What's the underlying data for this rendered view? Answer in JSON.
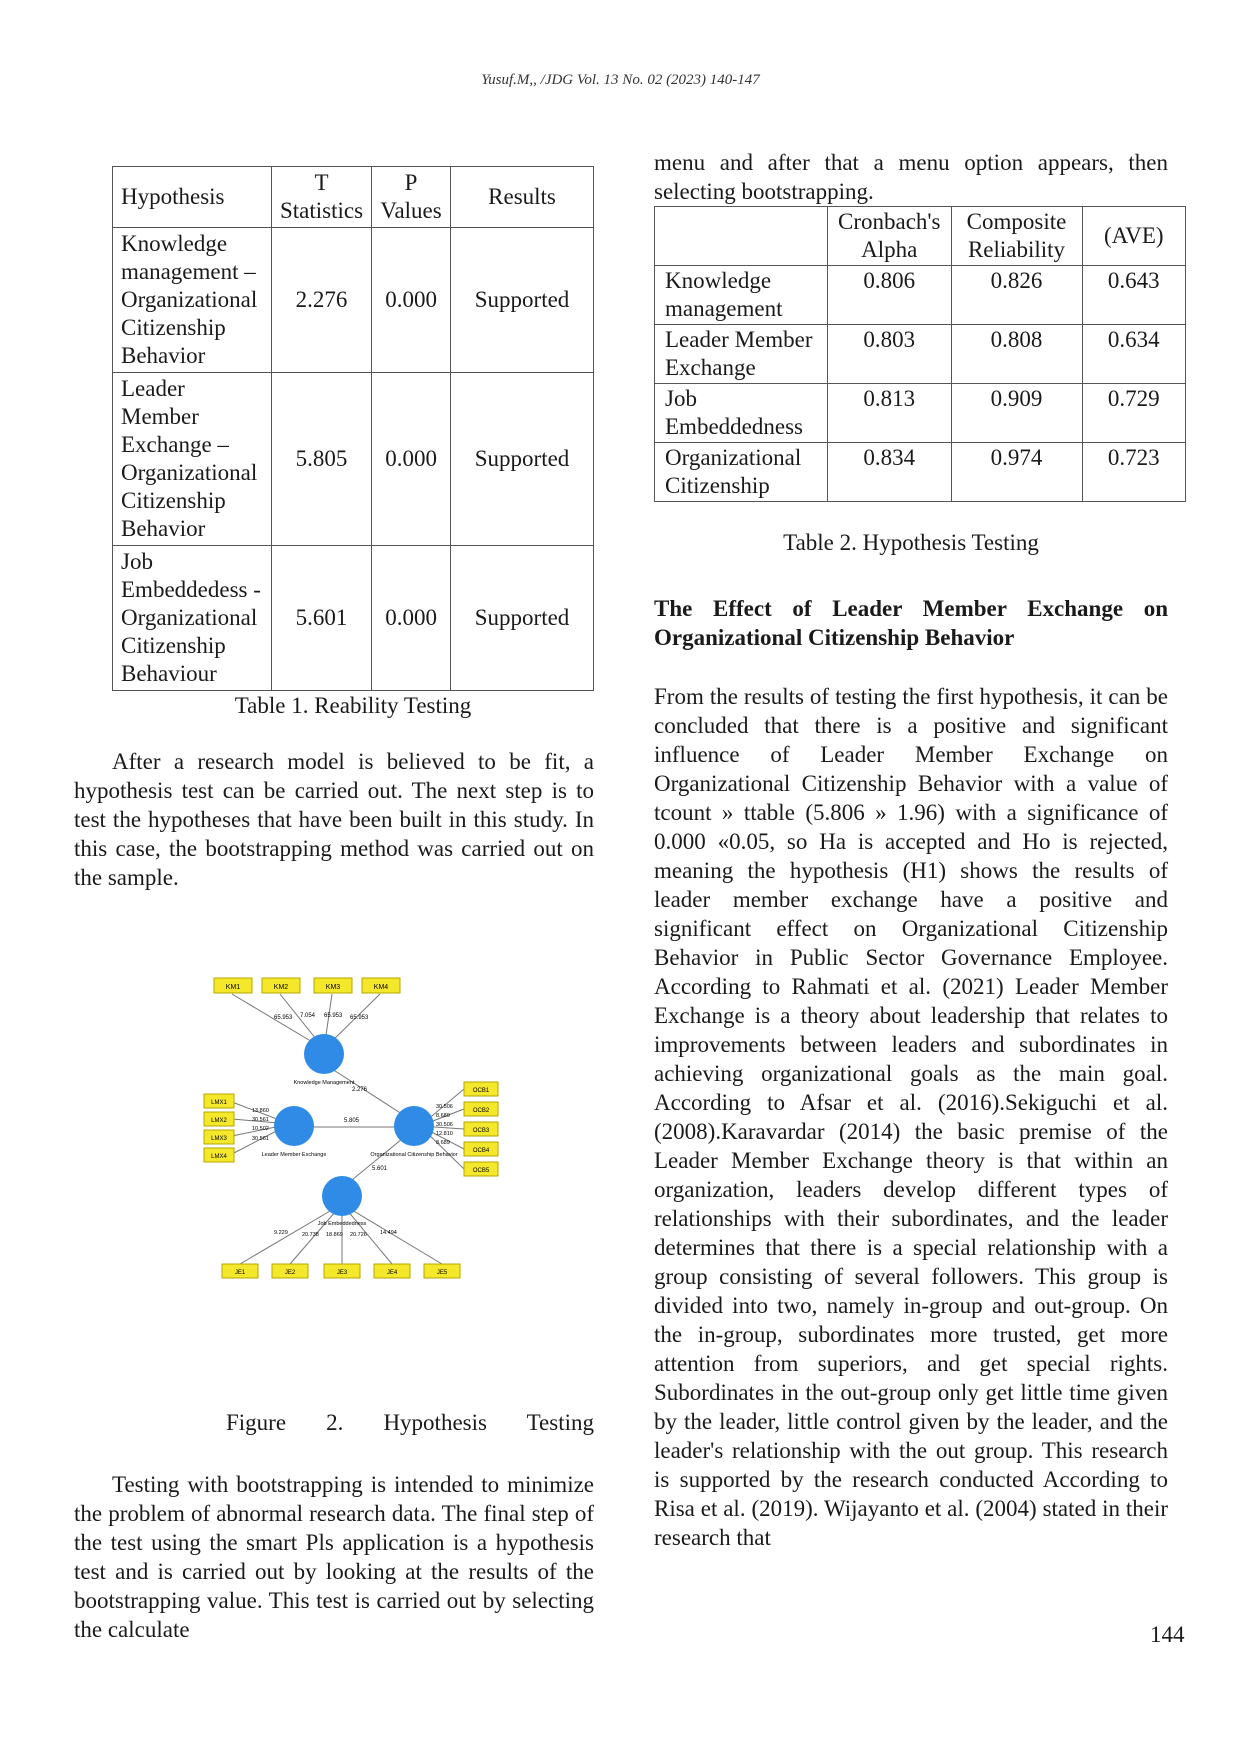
{
  "header": "Yusuf.M,, /JDG Vol. 13  No. 02  (2023) 140-147",
  "table1": {
    "headers": [
      "Hypothesis",
      "T Statistics",
      "P Values",
      "Results"
    ],
    "rows": [
      [
        "Knowledge management – Organizational Citizenship Behavior",
        "2.276",
        "0.000",
        "Supported"
      ],
      [
        "Leader Member Exchange – Organizational Citizenship Behavior",
        "5.805",
        "0.000",
        "Supported"
      ],
      [
        "Job Embeddedess - Organizational Citizenship Behaviour",
        "5.601",
        "0.000",
        "Supported"
      ]
    ],
    "caption": "Table 1. Reability Testing"
  },
  "left_para1": "After a research model is believed to be fit, a hypothesis test can be carried out. The next step is to test the hypotheses that have been built in this study. In this case, the bootstrapping method was carried out on the sample.",
  "figure": {
    "caption": "Figure 2. Hypothesis Testing",
    "km_indicators": [
      "KM1",
      "KM2",
      "KM3",
      "KM4"
    ],
    "km_loadings": [
      "65.953",
      "7.054",
      "65.953",
      "65.953"
    ],
    "lmx_indicators": [
      "LMX1",
      "LMX2",
      "LMX3",
      "LMX4"
    ],
    "lmx_loadings": [
      "13.860",
      "30.561",
      "10.502",
      "30.561"
    ],
    "ocb_indicators": [
      "OCB1",
      "OCB2",
      "OCB3",
      "OCB4",
      "OCB5"
    ],
    "ocb_loadings": [
      "30.506",
      "8.689",
      "30.506",
      "12.810",
      "8.689"
    ],
    "je_indicators": [
      "JE1",
      "JE2",
      "JE3",
      "JE4",
      "JE5"
    ],
    "je_loadings": [
      "9.229",
      "20.738",
      "18.869",
      "20.726",
      "14.494"
    ],
    "nodes": {
      "km": "Knowledge Management",
      "lmx": "Leader Member Exchange",
      "ocb": "Organizational Citizenship Behavior",
      "je": "Job Embeddedness"
    },
    "paths": {
      "km_ocb": "2.276",
      "lmx_ocb": "5.805",
      "je_ocb": "5.601"
    }
  },
  "left_para2": "Testing with bootstrapping is intended to minimize the problem of abnormal research data. The final step of the test using the smart Pls application is a hypothesis test and is carried out by looking at the results of the bootstrapping value. This test is carried out by selecting the calculate",
  "right_para0": "menu and after that a menu option appears, then selecting bootstrapping.",
  "table2": {
    "headers": [
      "",
      "Cronbach's Alpha",
      "Composite Reliability",
      "(AVE)"
    ],
    "rows": [
      [
        "Knowledge management",
        "0.806",
        "0.826",
        "0.643"
      ],
      [
        "Leader Member Exchange",
        "0.803",
        "0.808",
        "0.634"
      ],
      [
        "Job Embeddedness",
        "0.813",
        "0.909",
        "0.729"
      ],
      [
        "Organizational Citizenship",
        "0.834",
        "0.974",
        "0.723"
      ]
    ],
    "caption": "Table 2. Hypothesis Testing"
  },
  "section_heading": "The Effect of Leader Member Exchange on Organizational Citizenship Behavior",
  "right_para1": "From the results of testing the first hypothesis, it can be concluded that there is a positive and significant influence of Leader Member Exchange on Organizational Citizenship Behavior with a value of tcount » ttable (5.806 » 1.96) with a significance of 0.000 «0.05, so Ha is accepted and Ho is rejected, meaning the hypothesis (H1) shows the results of leader member exchange have a positive and significant effect on Organizational Citizenship Behavior in Public Sector Governance Employee. According to Rahmati et al. (2021) Leader Member Exchange is a theory about leadership that relates to improvements between leaders and subordinates in achieving organizational goals as the main goal. According to Afsar et al. (2016).Sekiguchi et al. (2008).Karavardar (2014) the basic premise of the Leader Member Exchange theory is that within an organization, leaders develop different types of relationships with their subordinates, and the leader determines that there is a special relationship with a group consisting of several followers. This group is divided into two, namely in-group and out-group. On the in-group, subordinates more trusted, get more attention from superiors, and get special rights. Subordinates in the out-group only get little time given by the leader, little control given by the leader, and the leader's relationship with the out group. This research is supported by the research conducted According to Risa et al. (2019). Wijayanto et al. (2004) stated in their research that",
  "page_number": "144",
  "colors": {
    "node": "#2f8be6",
    "indicator": "#f5e82a"
  }
}
